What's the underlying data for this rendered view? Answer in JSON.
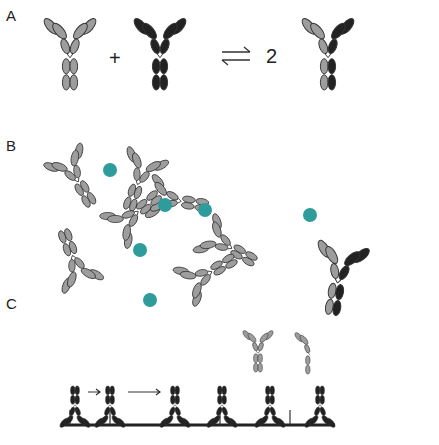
{
  "diagram": {
    "labels": [
      "A",
      "+",
      "2",
      "B",
      "C"
    ]
  }
}
